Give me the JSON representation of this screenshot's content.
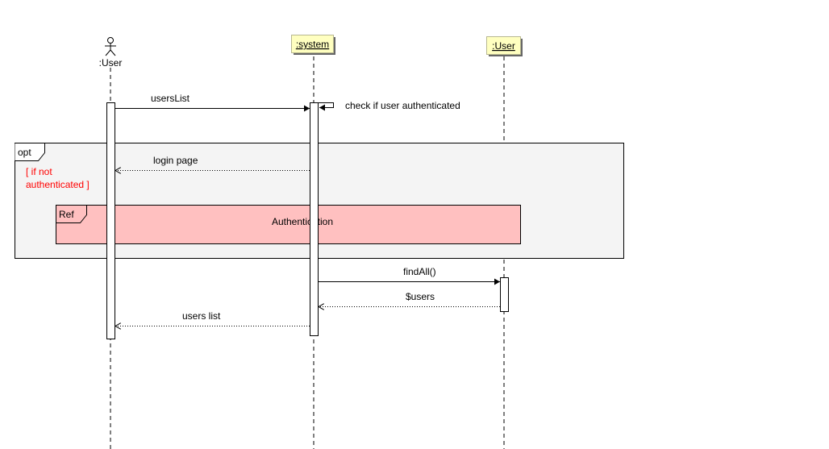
{
  "diagram": {
    "type": "sequence",
    "colors": {
      "lifeline_head_fill": "#ffffc0",
      "fragment_fill": "#f4f4f4",
      "ref_fill": "#ffc0c0",
      "guard_text": "#ff0000",
      "line": "#000000"
    },
    "participants": [
      {
        "id": "user_actor",
        "label": ":User",
        "kind": "actor",
        "icon": "stick-figure-icon"
      },
      {
        "id": "system",
        "label": ":system",
        "kind": "object",
        "underlined": true
      },
      {
        "id": "user_object",
        "label": ":User",
        "kind": "object",
        "underlined": true
      }
    ],
    "messages": [
      {
        "from": "user_actor",
        "to": "system",
        "label": "usersList",
        "kind": "sync"
      },
      {
        "from": "system",
        "to": "system",
        "label": "check if user authenticated",
        "kind": "self"
      },
      {
        "from": "system",
        "to": "user_actor",
        "label": "login page",
        "kind": "return"
      },
      {
        "from": "system",
        "to": "user_object",
        "label": "findAll()",
        "kind": "sync"
      },
      {
        "from": "user_object",
        "to": "system",
        "label": "$users",
        "kind": "return"
      },
      {
        "from": "system",
        "to": "user_actor",
        "label": "users list",
        "kind": "return"
      }
    ],
    "fragments": [
      {
        "operator": "opt",
        "guard_lines": [
          "[ if not",
          "authenticated ]"
        ]
      }
    ],
    "refs": [
      {
        "tag": "Ref",
        "label": "Authentication"
      }
    ]
  }
}
